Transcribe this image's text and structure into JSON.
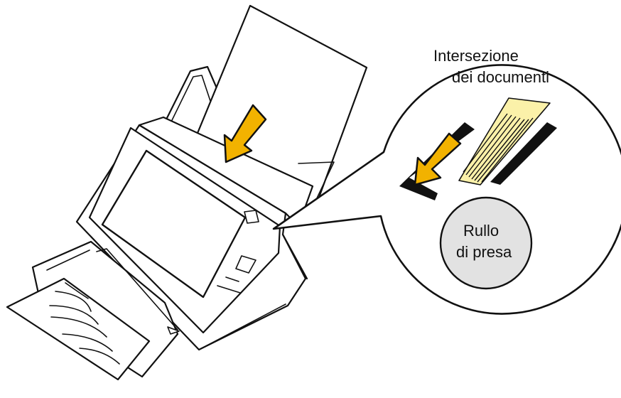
{
  "labels": {
    "overlap_line1": "Intersezione",
    "overlap_line2": "dei documenti",
    "roller_line1": "Rullo",
    "roller_line2": "di presa"
  },
  "colors": {
    "stroke": "#111111",
    "paper": "#ffffff",
    "arrow_fill": "#f2b200",
    "document_overlap": "#fbf1a9",
    "roller_fill": "#e2e2e2"
  }
}
